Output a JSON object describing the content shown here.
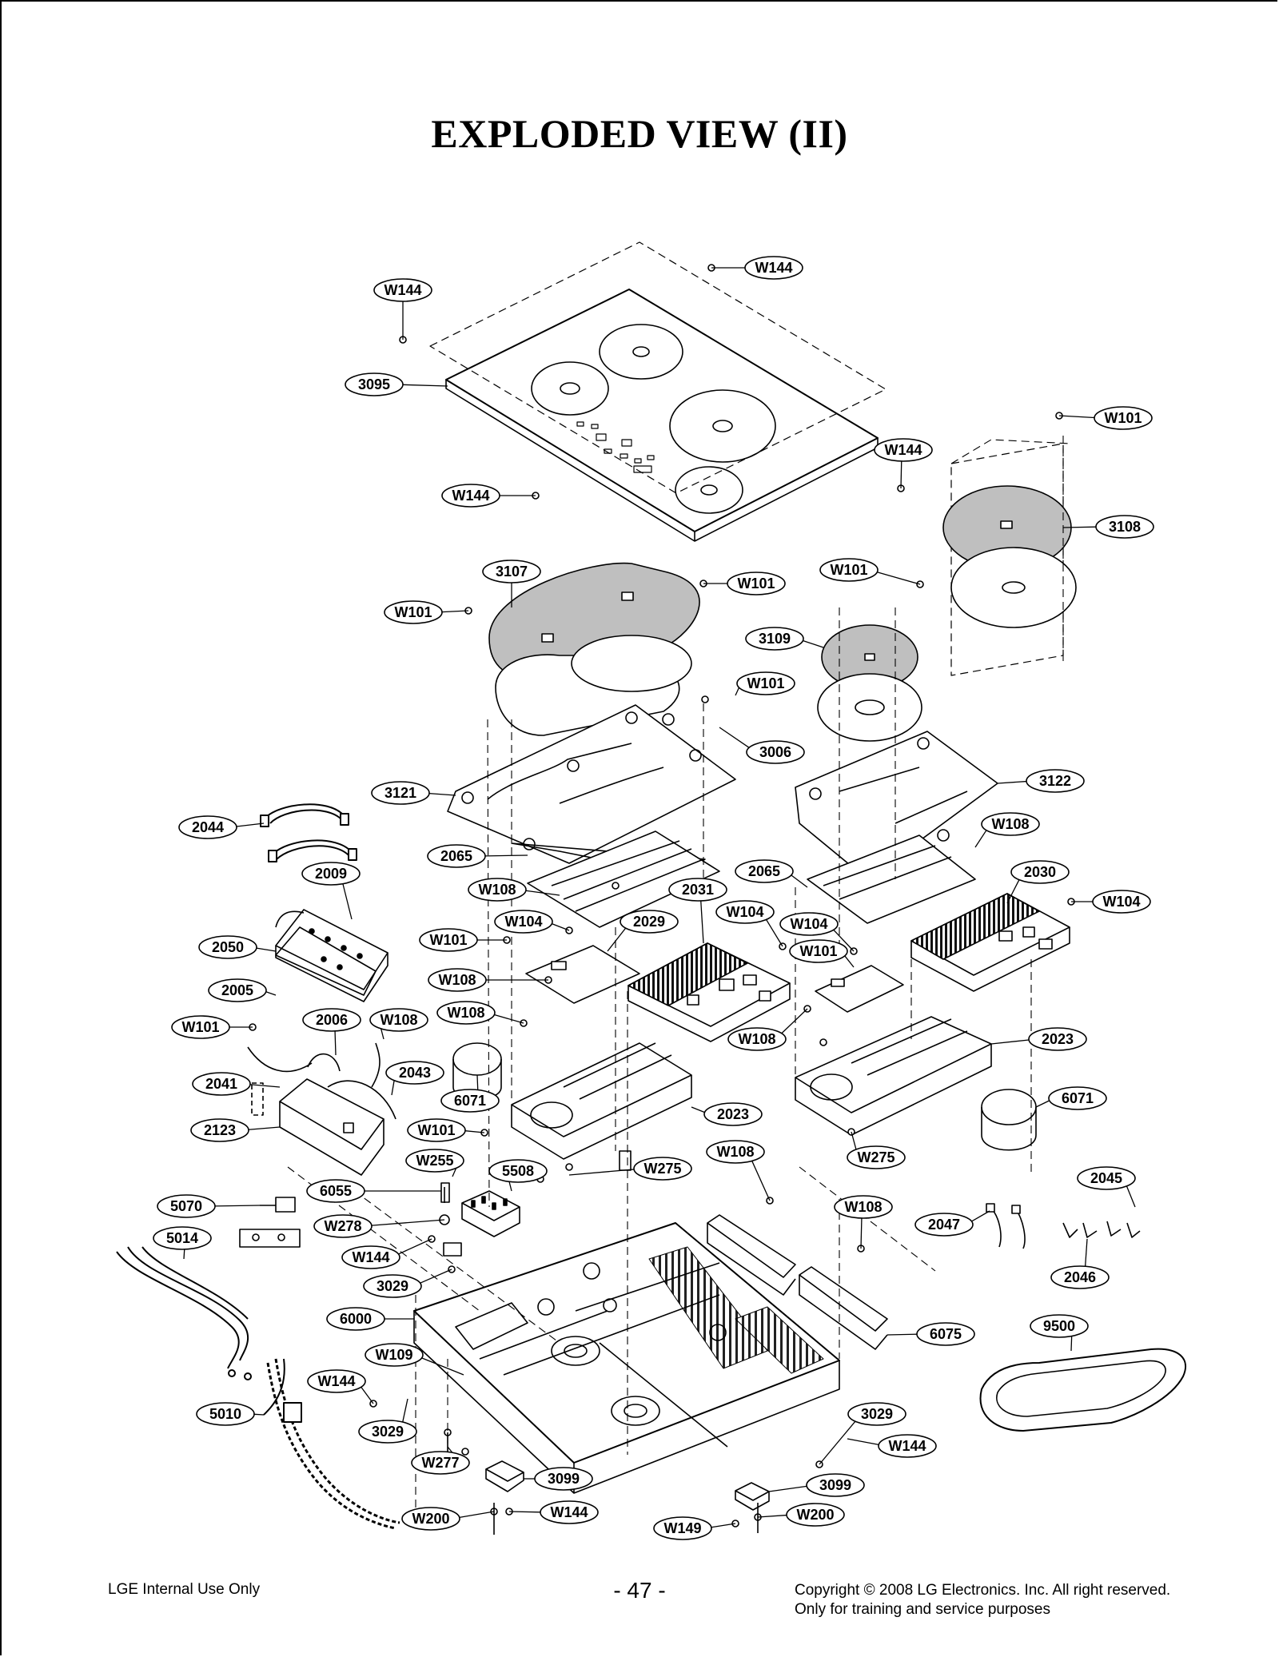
{
  "page": {
    "title": "EXPLODED VIEW (II)",
    "footer_left": "LGE Internal Use Only",
    "page_number": "- 47 -",
    "copyright_line1": "Copyright © 2008 LG Electronics. Inc. All right reserved.",
    "copyright_line2": "Only for training and service purposes"
  },
  "diagram": {
    "callouts": [
      "W144",
      "W144",
      "3095",
      "W144",
      "W144",
      "W101",
      "3108",
      "3107",
      "W101",
      "W101",
      "W101",
      "3109",
      "W101",
      "3006",
      "3121",
      "3122",
      "2044",
      "W108",
      "2065",
      "2065",
      "W108",
      "2030",
      "W104",
      "2009",
      "2031",
      "W104",
      "W104",
      "2029",
      "W104",
      "W101",
      "W101",
      "2050",
      "W108",
      "2005",
      "W108",
      "W108",
      "W101",
      "2006",
      "W108",
      "2023",
      "2041",
      "2043",
      "6071",
      "6071",
      "2023",
      "2123",
      "W101",
      "W275",
      "W255",
      "5508",
      "W275",
      "W108",
      "2045",
      "5070",
      "6055",
      "W108",
      "2047",
      "W278",
      "5014",
      "W144",
      "2046",
      "3029",
      "6000",
      "6075",
      "9500",
      "W109",
      "W144",
      "5010",
      "3029",
      "3029",
      "W144",
      "W277",
      "3099",
      "3099",
      "W200",
      "W144",
      "W200",
      "W149"
    ]
  }
}
